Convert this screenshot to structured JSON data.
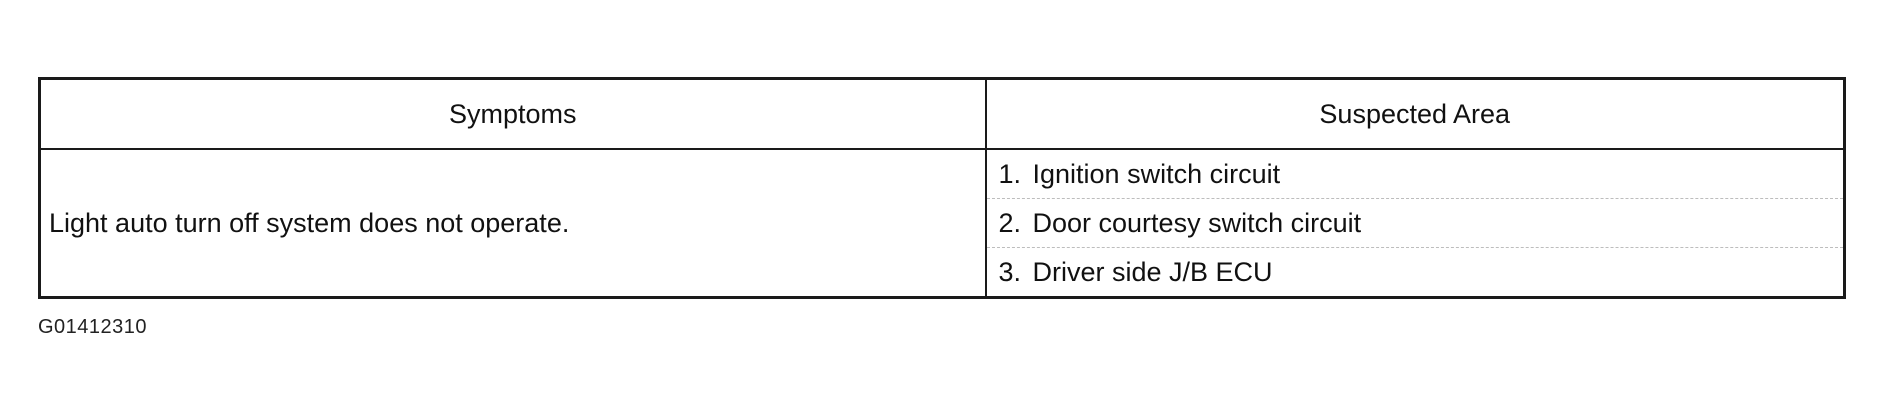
{
  "table": {
    "headers": {
      "symptoms": "Symptoms",
      "suspected_area": "Suspected Area"
    },
    "rows": [
      {
        "symptom": "Light auto turn off system does not operate.",
        "suspected_areas": [
          {
            "num": "1.",
            "text": "Ignition switch circuit"
          },
          {
            "num": "2.",
            "text": "Door courtesy switch circuit"
          },
          {
            "num": "3.",
            "text": "Driver side J/B ECU"
          }
        ]
      }
    ]
  },
  "figure_id": "G01412310"
}
